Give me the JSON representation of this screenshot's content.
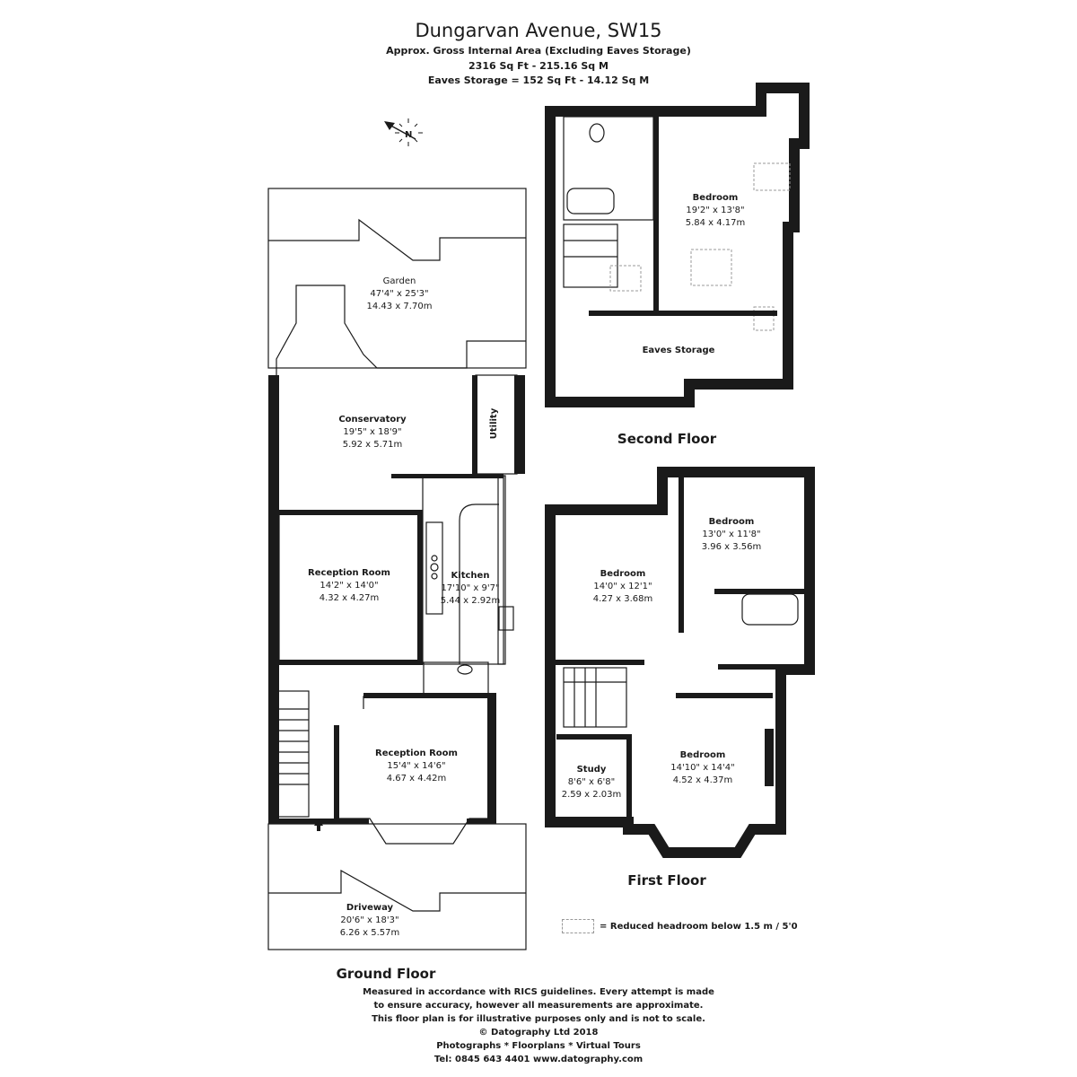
{
  "header": {
    "title": "Dungarvan Avenue, SW15",
    "subtitle1": "Approx. Gross Internal Area (Excluding Eaves Storage)",
    "subtitle2": "2316 Sq Ft  - 215.16 Sq M",
    "subtitle3": "Eaves Storage = 152 Sq Ft  - 14.12 Sq M"
  },
  "floors": {
    "ground": "Ground Floor",
    "first": "First Floor",
    "second": "Second Floor"
  },
  "rooms": {
    "garden": {
      "name": "Garden",
      "imperial": "47'4\" x 25'3\"",
      "metric": "14.43 x 7.70m"
    },
    "conservatory": {
      "name": "Conservatory",
      "imperial": "19'5\" x 18'9\"",
      "metric": "5.92 x 5.71m"
    },
    "utility": {
      "name": "Utility"
    },
    "reception1": {
      "name": "Reception Room",
      "imperial": "14'2\" x 14'0\"",
      "metric": "4.32 x 4.27m"
    },
    "kitchen": {
      "name": "Kitchen",
      "imperial": "17'10\" x 9'7\"",
      "metric": "5.44 x 2.92m"
    },
    "reception2": {
      "name": "Reception Room",
      "imperial": "15'4\" x 14'6\"",
      "metric": "4.67 x 4.42m"
    },
    "driveway": {
      "name": "Driveway",
      "imperial": "20'6\" x 18'3\"",
      "metric": "6.26 x 5.57m"
    },
    "bed_top": {
      "name": "Bedroom",
      "imperial": "19'2\" x 13'8\"",
      "metric": "5.84 x 4.17m"
    },
    "eaves": {
      "name": "Eaves Storage"
    },
    "bed_rear_right": {
      "name": "Bedroom",
      "imperial": "13'0\" x 11'8\"",
      "metric": "3.96 x 3.56m"
    },
    "bed_rear_left": {
      "name": "Bedroom",
      "imperial": "14'0\" x 12'1\"",
      "metric": "4.27 x 3.68m"
    },
    "study": {
      "name": "Study",
      "imperial": "8'6\" x 6'8\"",
      "metric": "2.59 x 2.03m"
    },
    "bed_front": {
      "name": "Bedroom",
      "imperial": "14'10\" x 14'4\"",
      "metric": "4.52 x 4.37m"
    }
  },
  "legend": {
    "text": "Reduced headroom below 1.5 m / 5'0"
  },
  "footer": {
    "line1": "Measured in accordance with RICS guidelines. Every attempt is made",
    "line2": "to ensure accuracy, however all measurements are approximate.",
    "line3": "This floor plan is for illustrative purposes only and is not to scale.",
    "line4": "© Datography Ltd 2018",
    "line5": "Photographs * Floorplans * Virtual Tours",
    "line6": "Tel: 0845 643 4401 www.datography.com"
  },
  "compass": {
    "label": "N"
  },
  "icons": [
    "compass-icon",
    "entrance-arrow-icon"
  ]
}
